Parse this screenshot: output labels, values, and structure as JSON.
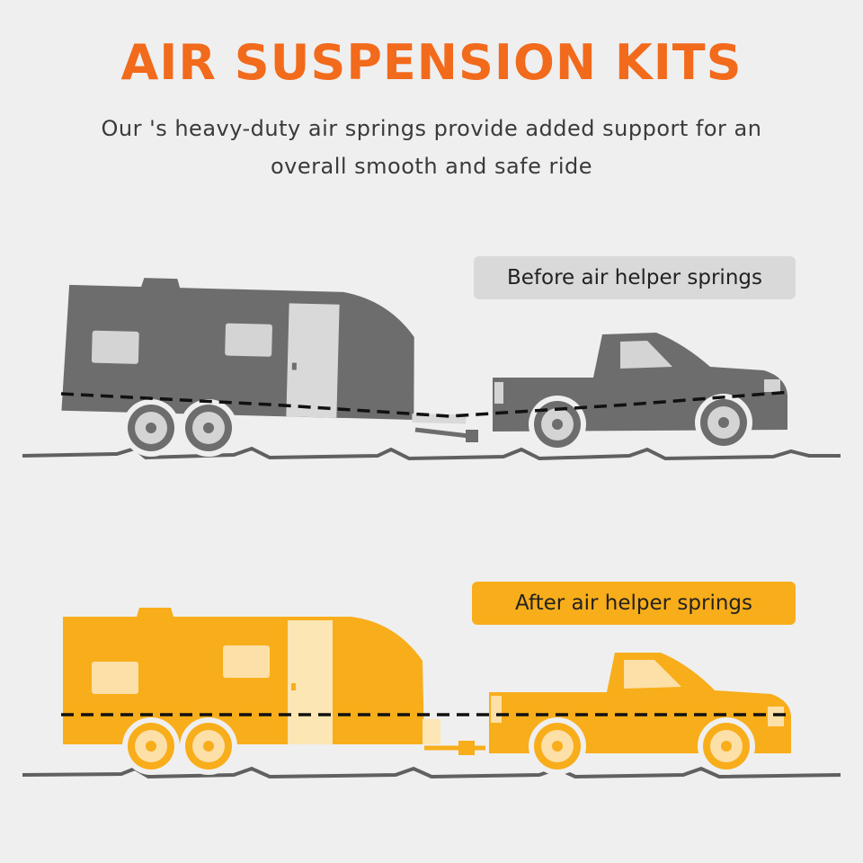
{
  "heading": "AIR SUSPENSION KITS",
  "subtitle": "Our 's heavy-duty air springs provide added support for an overall smooth and safe ride",
  "before": {
    "label": "Before air helper springs",
    "body_color": "#6d6d6d",
    "window_color": "#d4d4d4",
    "door_color": "#d9d9d9",
    "badge_color": "#d9d9d9"
  },
  "after": {
    "label": "After air helper springs",
    "body_color": "#f8ad1a",
    "window_color": "#fde0a8",
    "door_color": "#fce6b4",
    "badge_color": "#f8ad1a"
  },
  "colors": {
    "title": "#f26a1b",
    "background": "#efefef",
    "ground": "#606060"
  }
}
